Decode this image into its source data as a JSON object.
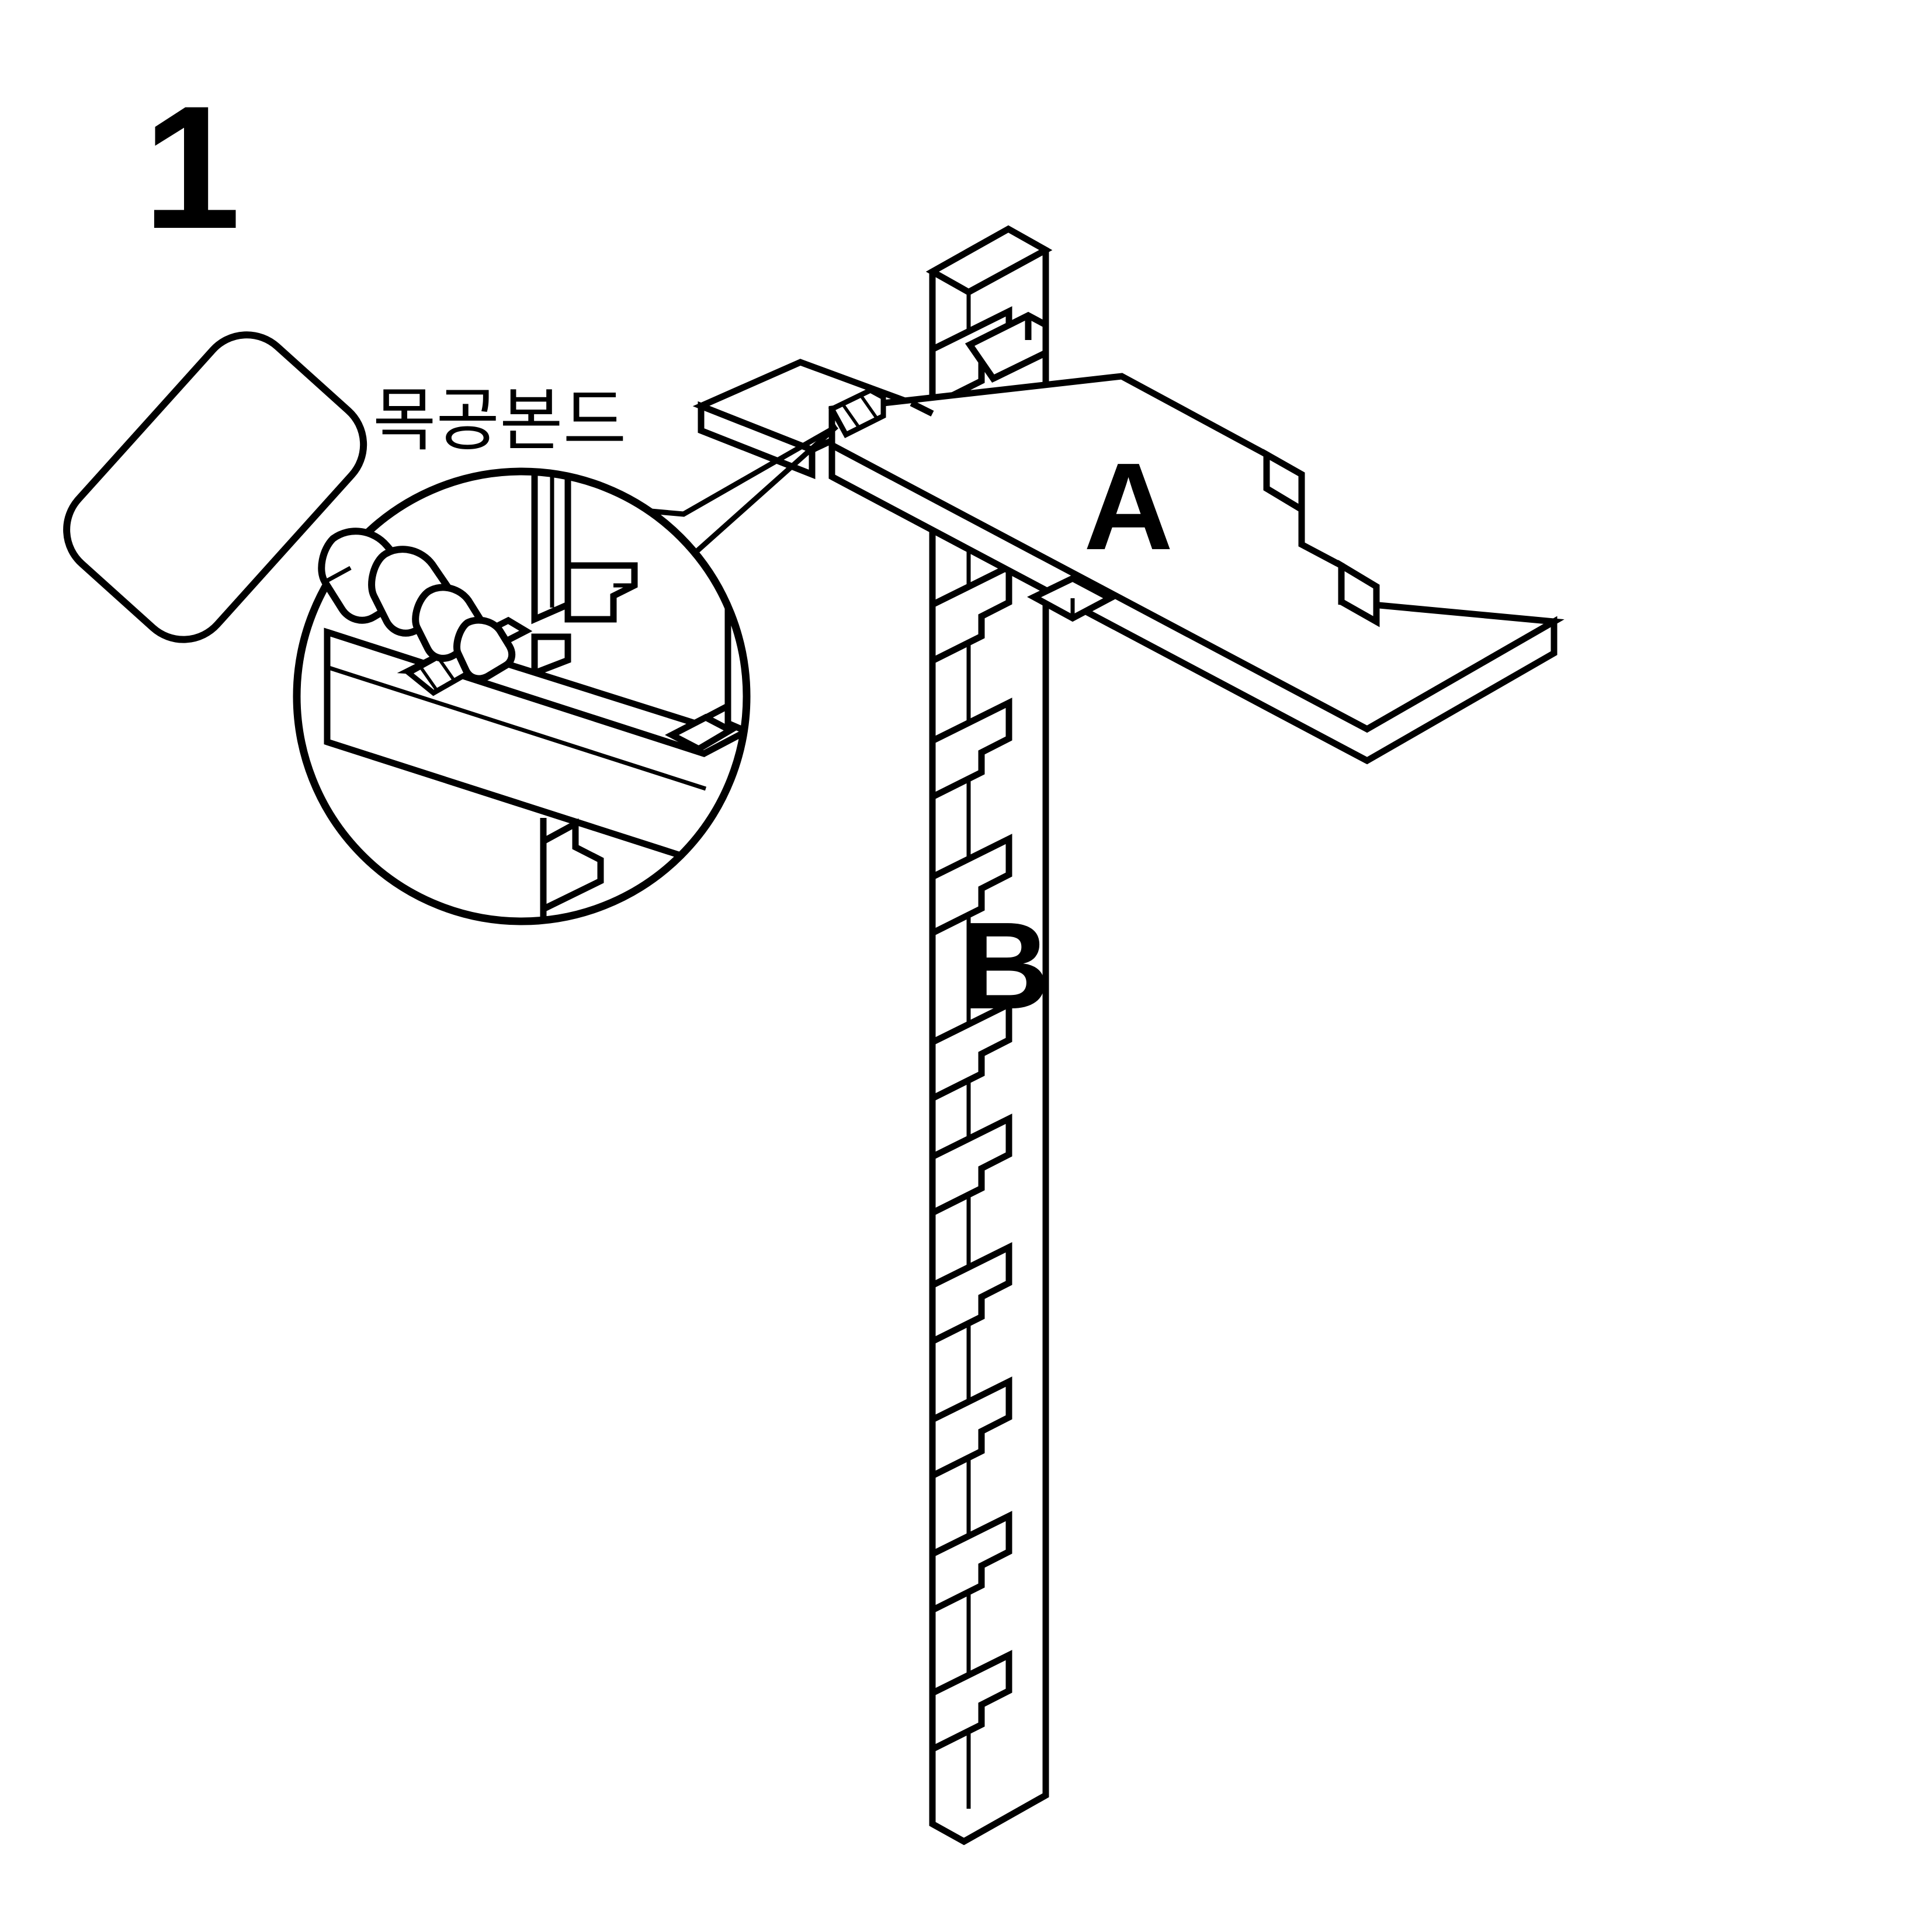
{
  "page": {
    "background_color": "#ffffff",
    "ink_color": "#000000",
    "kind": "assembly-instruction-illustration"
  },
  "step": {
    "number": "1"
  },
  "annotations": {
    "glue_label": "목공본드",
    "part_a_label": "A",
    "part_b_label": "B"
  },
  "icons": {
    "glue_bottle": "glue-bottle-icon",
    "magnifier_circle": "detail-magnifier-icon",
    "leader_lines": "callout-leader-lines-icon"
  },
  "parts": [
    {
      "id": "A",
      "label": "A",
      "description": "horizontal slatted board with edge notches",
      "notch_count": 3
    },
    {
      "id": "B",
      "label": "B",
      "description": "vertical post with repeating edge notches",
      "notch_count": 10
    }
  ],
  "detail_callout": {
    "shows": "wood glue applied into notch joint",
    "glue_hatch_regions": 2
  }
}
